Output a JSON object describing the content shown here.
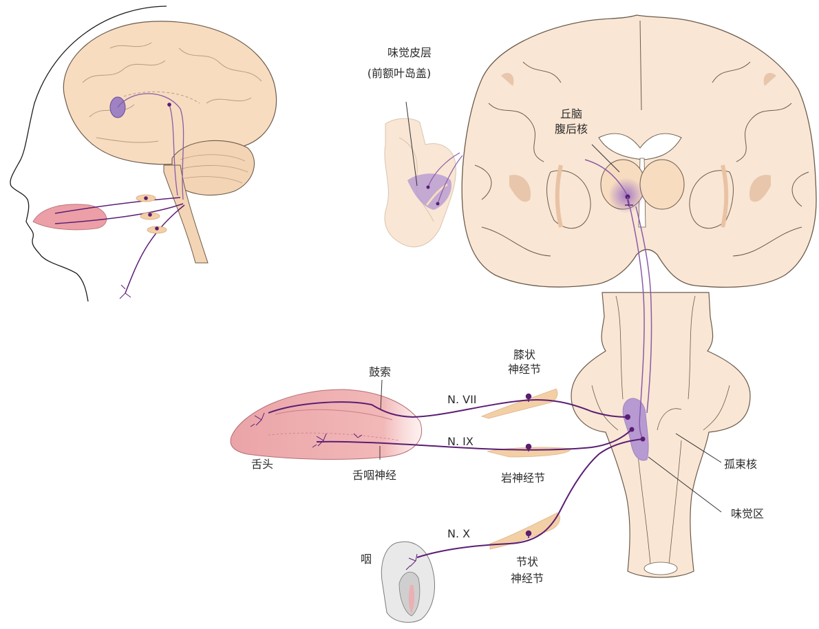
{
  "labels": {
    "taste_cortex_line1": "味觉皮层",
    "taste_cortex_line2": "(前额叶岛盖)",
    "thalamus_line1": "丘脑",
    "thalamus_line2": "腹后核",
    "geniculate_line1": "膝状",
    "geniculate_line2": "神经节",
    "chorda_tympani": "鼓索",
    "n7": "N. VII",
    "n9": "N. IX",
    "n10": "N. X",
    "tongue": "舌头",
    "glossopharyngeal": "舌咽神经",
    "petrosal": "岩神经节",
    "solitary_nucleus": "孤束核",
    "gustatory_area": "味觉区",
    "pharynx": "咽",
    "nodose_line1": "节状",
    "nodose_line2": "神经节"
  },
  "colors": {
    "brain_fill": "#f7dcc0",
    "brain_stroke": "#6b5a4a",
    "nerve_dark": "#5a1d73",
    "nerve_light": "#8a5aa8",
    "tongue_fill": "#e9a3a8",
    "ganglion_fill": "#f3cfa6",
    "nucleus_fill": "#b69ad1"
  }
}
